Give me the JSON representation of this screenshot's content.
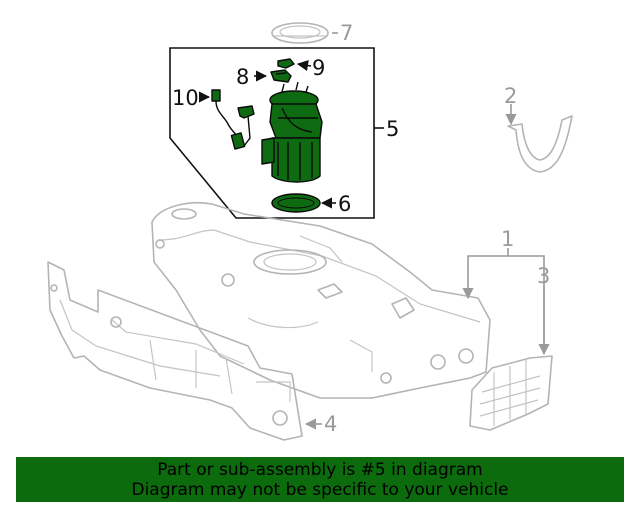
{
  "callouts": {
    "c1": "1",
    "c2": "2",
    "c3": "3",
    "c4": "4",
    "c5": "5",
    "c6": "6",
    "c7": "7",
    "c8": "8",
    "c9": "9",
    "c10": "10"
  },
  "banner": {
    "line1": "Part or sub-assembly is #5 in diagram",
    "line2": "Diagram may not be specific to your vehicle"
  },
  "colors": {
    "highlight_part": "#0e6b12",
    "banner_bg": "#0c6b0c",
    "muted_label": "#9a9a9a"
  }
}
